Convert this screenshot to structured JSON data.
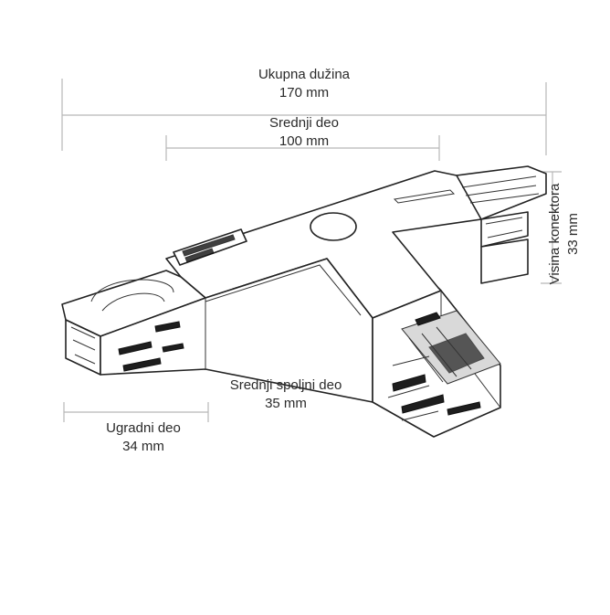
{
  "dimensions": {
    "total_length": {
      "label": "Ukupna dužina",
      "value": "170 mm"
    },
    "middle_part": {
      "label": "Srednji deo",
      "value": "100 mm"
    },
    "connector_height": {
      "label": "Visina konektora",
      "value": "33 mm"
    },
    "middle_outer_part": {
      "label": "Srednji spoljni deo",
      "value": "35 mm"
    },
    "recessed_part": {
      "label": "Ugradni deo",
      "value": "34 mm"
    }
  },
  "colors": {
    "ink": "#222222",
    "dimension_line": "#b8b8b8",
    "background": "#ffffff"
  }
}
